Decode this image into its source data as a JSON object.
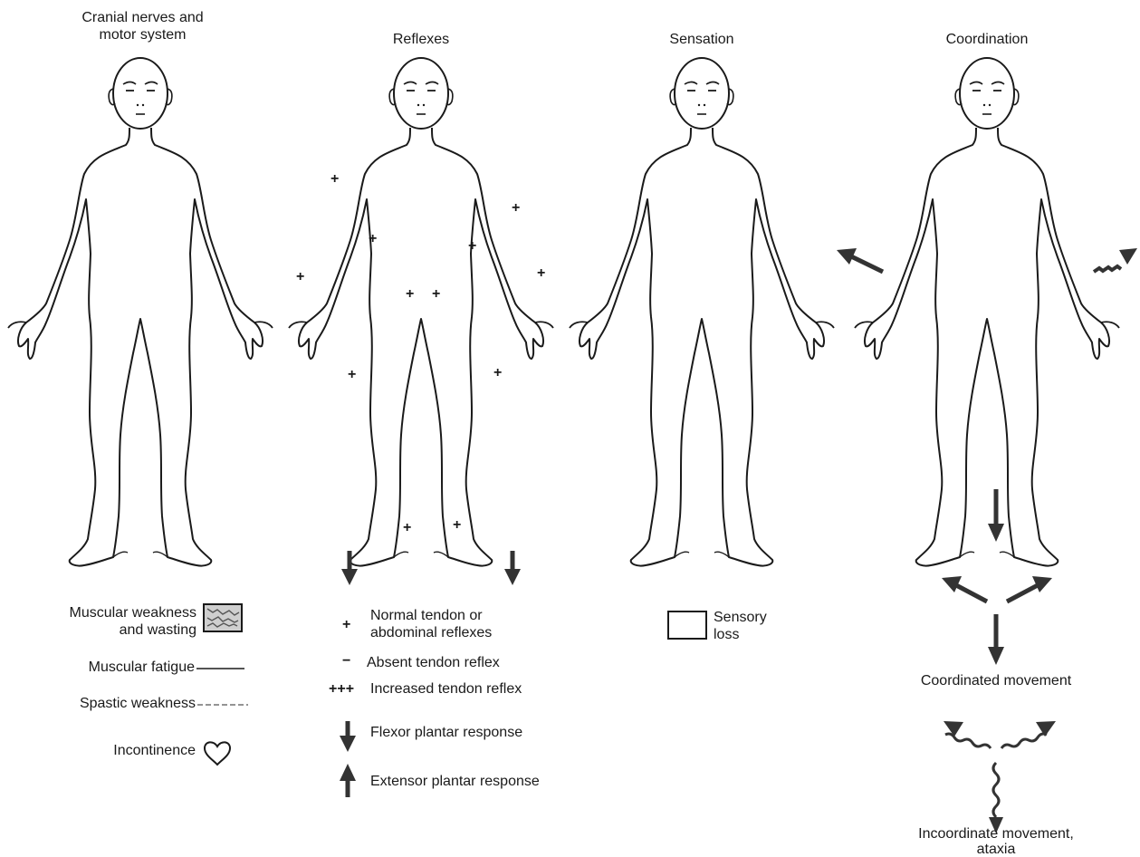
{
  "panels": [
    {
      "title_line1": "Cranial nerves and",
      "title_line2": "motor system"
    },
    {
      "title": "Reflexes"
    },
    {
      "title": "Sensation"
    },
    {
      "title": "Coordination"
    }
  ],
  "legend_motor": {
    "weakness_line1": "Muscular weakness",
    "weakness_line2": "and wasting",
    "fatigue": "Muscular fatigue",
    "spastic": "Spastic weakness",
    "incontinence": "Incontinence"
  },
  "legend_reflexes": {
    "normal_symbol": "+",
    "normal_line1": "Normal tendon or",
    "normal_line2": "abdominal reflexes",
    "absent_symbol": "−",
    "absent": "Absent tendon reflex",
    "increased_symbol": "+++",
    "increased": "Increased tendon reflex",
    "flexor": "Flexor plantar response",
    "extensor": "Extensor plantar response"
  },
  "legend_sensation": {
    "line1": "Sensory",
    "line2": "loss"
  },
  "legend_coordination": {
    "coordinated": "Coordinated movement",
    "incoordinate_line1": "Incoordinate movement,",
    "incoordinate_line2": "ataxia"
  },
  "reflex_marks": "+",
  "colors": {
    "ink": "#1a1a1a",
    "arrow": "#333333",
    "paper": "#ffffff"
  }
}
